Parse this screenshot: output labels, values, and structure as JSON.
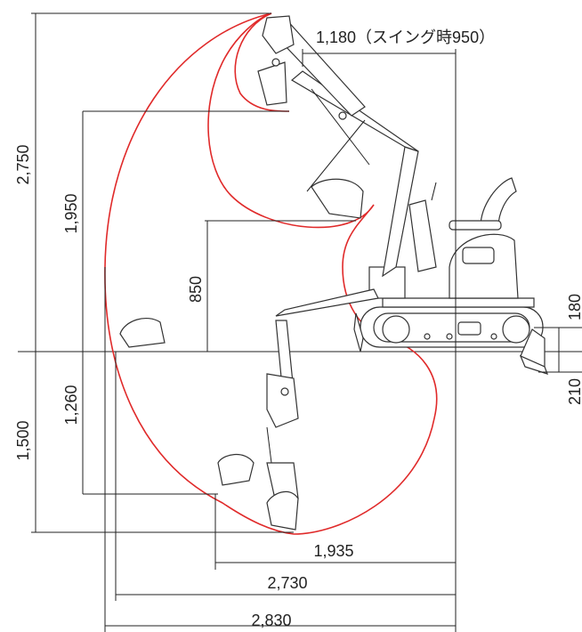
{
  "dimensions": {
    "height_total": "2,750",
    "reach_height": "1,950",
    "dump_height": "850",
    "dig_depth": "1,500",
    "vertical_wall_depth": "1,260",
    "swing_radius": "1,180（スイング時950）",
    "reach_at_depth": "1,935",
    "reach_ground": "2,730",
    "reach_max": "2,830",
    "blade_up": "180",
    "blade_down": "210"
  },
  "colors": {
    "envelope": "#e02a2a",
    "lines": "#222222"
  }
}
